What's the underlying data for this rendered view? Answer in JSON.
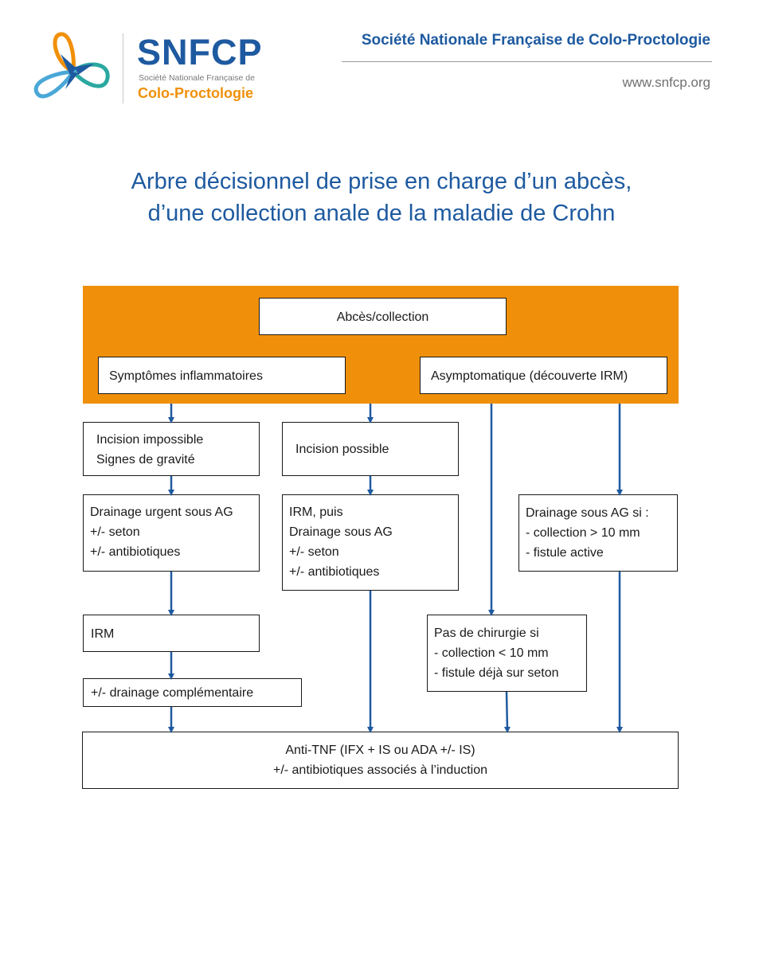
{
  "header": {
    "logo_text": "SNFCP",
    "logo_subtitle": "Société Nationale Française de",
    "logo_tagline": "Colo-Proctologie",
    "society_name": "Société Nationale Française de Colo-Proctologie",
    "website": "www.snfcp.org"
  },
  "title": {
    "line1": "Arbre décisionnel de prise en charge d’un abcès,",
    "line2": "d’une collection anale de la maladie de Crohn"
  },
  "colors": {
    "brand_blue": "#1e5aa0",
    "brand_orange": "#f0900a",
    "arrow_blue": "#1f5aa0",
    "logo_teal": "#2aa8a0"
  },
  "icons": {
    "logo": "snfcp-propeller-logo-icon"
  },
  "nodes": {
    "root": {
      "lines": [
        "Abcès/collection"
      ]
    },
    "symptomatic": {
      "lines": [
        "Symptômes inflammatoires"
      ]
    },
    "asymptomatic": {
      "lines": [
        "Asymptomatique (découverte IRM)"
      ]
    },
    "incision_impossible": {
      "lines": [
        "Incision impossible",
        "Signes de gravité"
      ]
    },
    "incision_possible": {
      "lines": [
        "Incision possible"
      ]
    },
    "urgent_drainage": {
      "lines": [
        "Drainage urgent sous AG",
        "+/- seton",
        "+/- antibiotiques"
      ]
    },
    "mri_then_drainage": {
      "lines": [
        "IRM, puis",
        "Drainage sous AG",
        "+/- seton",
        "+/- antibiotiques"
      ]
    },
    "drainage_if": {
      "lines": [
        "Drainage sous AG si  :",
        "- collection > 10 mm",
        "- fistule active"
      ]
    },
    "mri": {
      "lines": [
        "IRM"
      ]
    },
    "complementary_drainage": {
      "lines": [
        "+/- drainage complémentaire"
      ]
    },
    "no_surgery_if": {
      "lines": [
        "Pas de chirurgie si",
        "- collection < 10 mm",
        "- fistule déjà sur seton"
      ]
    },
    "anti_tnf": {
      "lines": [
        "Anti-TNF (IFX + IS ou ADA +/- IS)",
        "+/- antibiotiques associés à l’induction"
      ]
    }
  }
}
